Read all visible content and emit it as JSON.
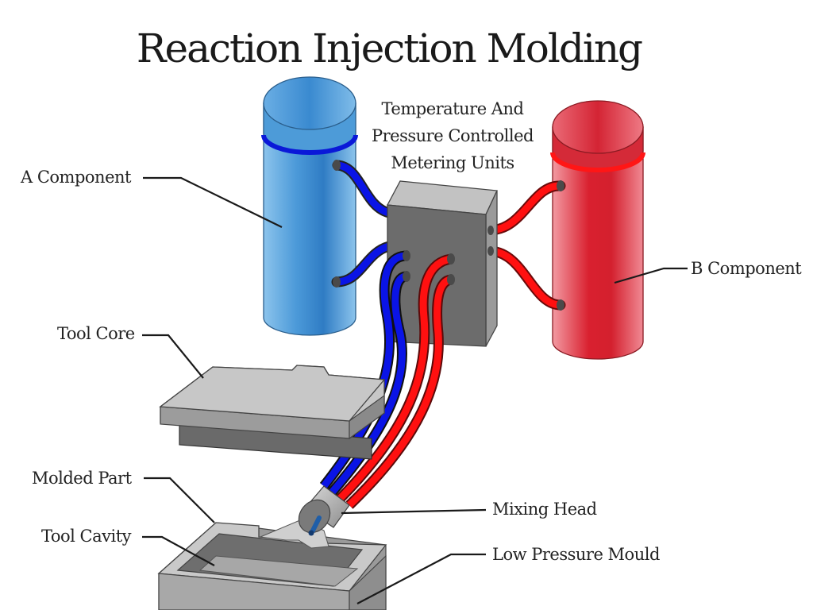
{
  "title": "Reaction Injection Molding",
  "labels": {
    "a_component": "A Component",
    "b_component": "B Component",
    "metering_line1": "Temperature And",
    "metering_line2": "Pressure Controlled",
    "metering_line3": "Metering Units",
    "tool_core": "Tool Core",
    "molded_part": "Molded Part",
    "tool_cavity": "Tool Cavity",
    "mixing_head": "Mixing Head",
    "low_pressure_mould": "Low Pressure Mould"
  },
  "colors": {
    "component_a": "#3a8fd6",
    "component_a_hose": "#0a14e6",
    "component_b": "#dd2232",
    "component_b_hose": "#ff1010",
    "metal_gray": "#8a8a8a",
    "light_gray": "#c8c8c8"
  }
}
